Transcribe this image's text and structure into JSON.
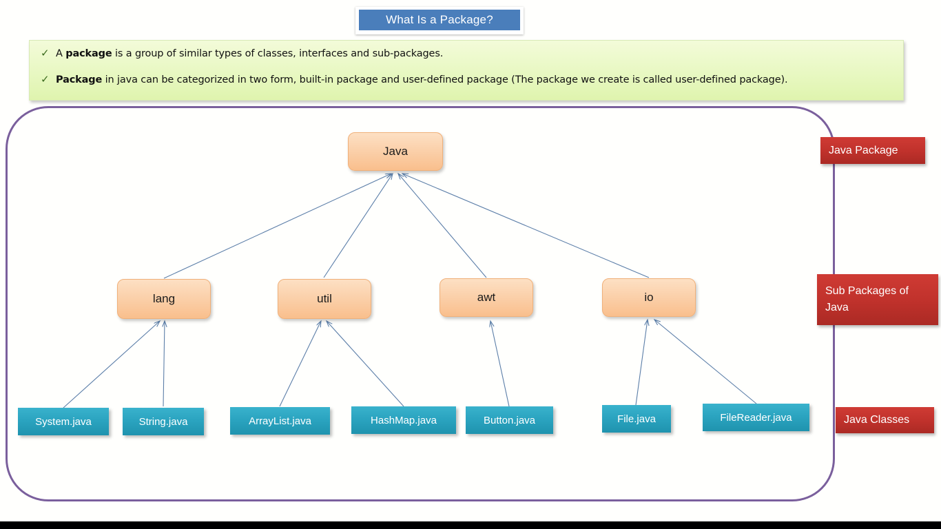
{
  "slide": {
    "title": "What Is a Package?",
    "title_bg": "#4a7ebb",
    "panel_bg": "#e8f8c2",
    "package_node_color": "#fbd1ab",
    "class_node_color": "#2ba4c0",
    "legend_color": "#c1322c",
    "container_border_color": "#7a5f9c",
    "connector_color": "#5b7ea8"
  },
  "bullets": [
    {
      "marker": "✓",
      "lead": "A ",
      "bold": "package",
      "rest": " is a group of similar types of classes, interfaces and sub-packages."
    },
    {
      "marker": "✓",
      "lead": "",
      "bold": "Package",
      "rest": " in java can be categorized in two form, built-in package and user-defined package (The package we create is called user-defined package)."
    }
  ],
  "diagram": {
    "type": "tree",
    "root": {
      "label": "Java"
    },
    "subpackages": [
      {
        "label": "lang"
      },
      {
        "label": "util"
      },
      {
        "label": "awt"
      },
      {
        "label": "io"
      }
    ],
    "classes": [
      {
        "label": "System.java",
        "parent": "lang"
      },
      {
        "label": "String.java",
        "parent": "lang"
      },
      {
        "label": "ArrayList.java",
        "parent": "util"
      },
      {
        "label": "HashMap.java",
        "parent": "util"
      },
      {
        "label": "Button.java",
        "parent": "awt"
      },
      {
        "label": "File.java",
        "parent": "io"
      },
      {
        "label": "FileReader.java",
        "parent": "io"
      }
    ]
  },
  "legends": [
    {
      "label": "Java Package"
    },
    {
      "label": "Sub Packages of Java"
    },
    {
      "label": "Java Classes"
    }
  ]
}
